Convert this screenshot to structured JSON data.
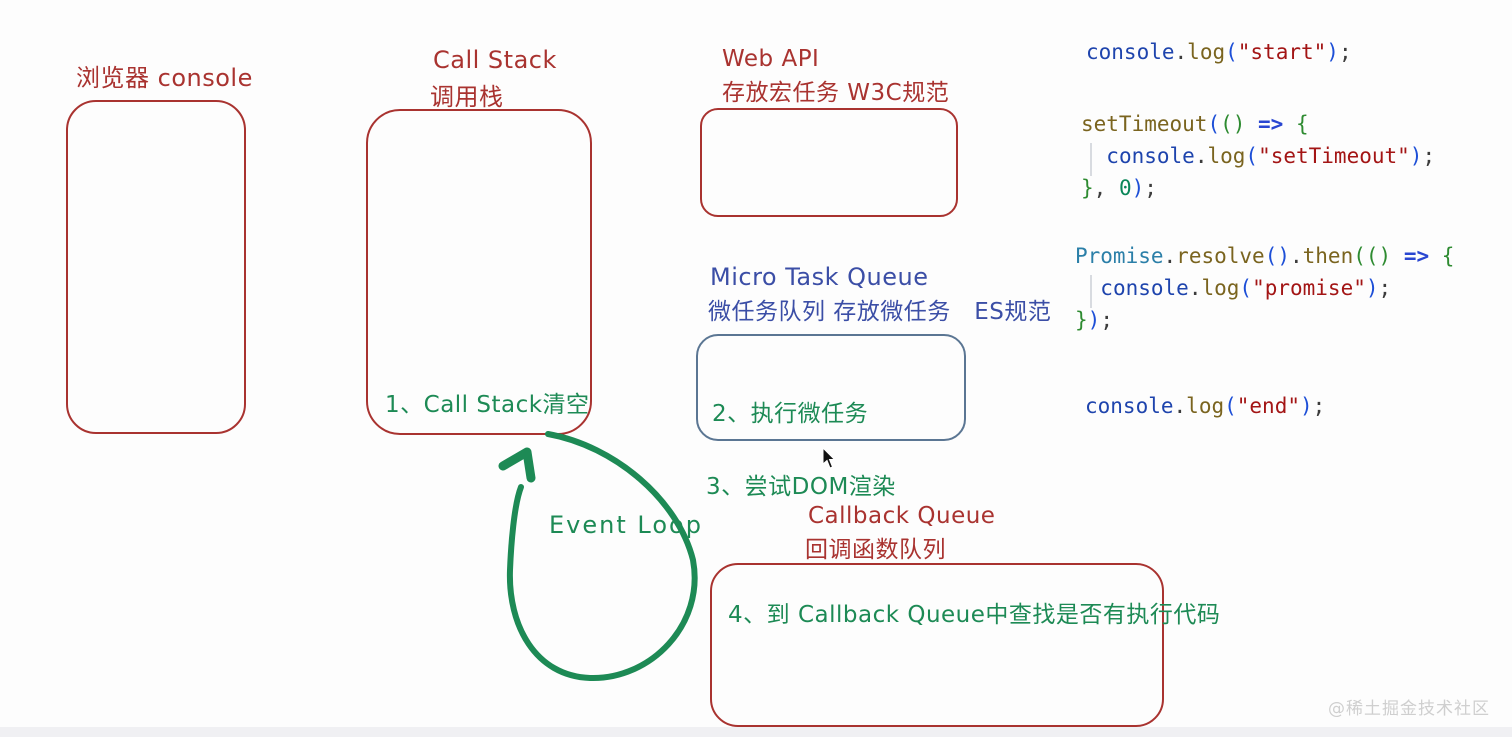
{
  "diagram": {
    "browser": {
      "label": "浏览器 console"
    },
    "call_stack": {
      "label_en": "Call Stack",
      "label_zh": "调用栈",
      "step": "1、Call Stack清空"
    },
    "web_api": {
      "label_en": "Web API",
      "label_zh": "存放宏任务 W3C规范"
    },
    "micro_task_queue": {
      "label_en": "Micro Task Queue",
      "label_zh": "微任务队列 存放微任务   ES规范",
      "step": "2、执行微任务"
    },
    "dom_render_step": "3、尝试DOM渲染",
    "callback_queue": {
      "label_en": "Callback Queue",
      "label_zh": "回调函数队列",
      "step": "4、到 Callback Queue中查找是否有执行代码"
    },
    "event_loop": {
      "label": "Event Loop"
    }
  },
  "palette": {
    "sketch_red": "#a93330",
    "sketch_blue": "#3b4ea6",
    "sketch_green": "#1d8a55",
    "micro_box_border": "#5b7693",
    "code_variable": "#1e44ad",
    "code_function": "#7a641f",
    "code_string": "#a31515",
    "code_number": "#098658",
    "code_class": "#2b7fa8",
    "code_bracket_blue": "#1d4fd7",
    "code_bracket_green": "#2e8b31"
  },
  "code": {
    "lines": [
      {
        "tokens": [
          {
            "t": "console",
            "c": "v"
          },
          {
            "t": ".",
            "c": "p"
          },
          {
            "t": "log",
            "c": "f"
          },
          {
            "t": "(",
            "c": "b1"
          },
          {
            "t": "\"start\"",
            "c": "s"
          },
          {
            "t": ")",
            "c": "b1"
          },
          {
            "t": ";",
            "c": "p"
          }
        ]
      },
      {
        "tokens": [
          {
            "t": "setTimeout",
            "c": "f"
          },
          {
            "t": "(",
            "c": "b1"
          },
          {
            "t": "()",
            "c": "b2"
          },
          {
            "t": " => ",
            "c": "a"
          },
          {
            "t": "{",
            "c": "b2"
          }
        ]
      },
      {
        "tokens": [
          {
            "t": "  ",
            "c": "p"
          },
          {
            "t": "console",
            "c": "v"
          },
          {
            "t": ".",
            "c": "p"
          },
          {
            "t": "log",
            "c": "f"
          },
          {
            "t": "(",
            "c": "b1"
          },
          {
            "t": "\"setTimeout\"",
            "c": "s"
          },
          {
            "t": ")",
            "c": "b1"
          },
          {
            "t": ";",
            "c": "p"
          }
        ]
      },
      {
        "tokens": [
          {
            "t": "}",
            "c": "b2"
          },
          {
            "t": ", ",
            "c": "p"
          },
          {
            "t": "0",
            "c": "n"
          },
          {
            "t": ")",
            "c": "b1"
          },
          {
            "t": ";",
            "c": "p"
          }
        ]
      },
      {
        "tokens": [
          {
            "t": "Promise",
            "c": "cl"
          },
          {
            "t": ".",
            "c": "p"
          },
          {
            "t": "resolve",
            "c": "f"
          },
          {
            "t": "()",
            "c": "b1"
          },
          {
            "t": ".",
            "c": "p"
          },
          {
            "t": "then",
            "c": "f"
          },
          {
            "t": "(",
            "c": "b2"
          },
          {
            "t": "()",
            "c": "b2"
          },
          {
            "t": " => ",
            "c": "a"
          },
          {
            "t": "{",
            "c": "b2"
          }
        ]
      },
      {
        "tokens": [
          {
            "t": "  ",
            "c": "p"
          },
          {
            "t": "console",
            "c": "v"
          },
          {
            "t": ".",
            "c": "p"
          },
          {
            "t": "log",
            "c": "f"
          },
          {
            "t": "(",
            "c": "b1"
          },
          {
            "t": "\"promise\"",
            "c": "s"
          },
          {
            "t": ")",
            "c": "b1"
          },
          {
            "t": ";",
            "c": "p"
          }
        ]
      },
      {
        "tokens": [
          {
            "t": "}",
            "c": "b2"
          },
          {
            "t": ")",
            "c": "b1"
          },
          {
            "t": ";",
            "c": "p"
          }
        ]
      },
      {
        "tokens": [
          {
            "t": "console",
            "c": "v"
          },
          {
            "t": ".",
            "c": "p"
          },
          {
            "t": "log",
            "c": "f"
          },
          {
            "t": "(",
            "c": "b1"
          },
          {
            "t": "\"end\"",
            "c": "s"
          },
          {
            "t": ")",
            "c": "b1"
          },
          {
            "t": ";",
            "c": "p"
          }
        ]
      }
    ]
  },
  "watermark": "@稀土掘金技术社区"
}
